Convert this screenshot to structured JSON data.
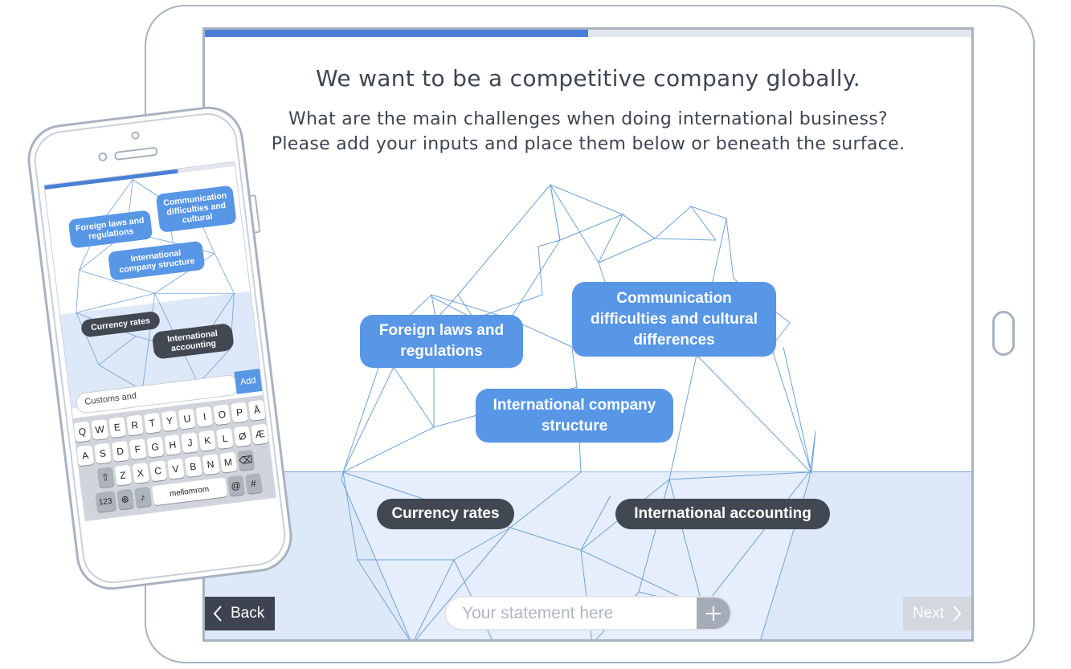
{
  "tablet": {
    "progress_fraction": 0.5,
    "title": "We want to be a competitive company globally.",
    "subtitle_line1": "What are the main challenges when doing international business?",
    "subtitle_line2": "Please add your inputs and place them below or beneath the surface.",
    "above_surface_notes": [
      {
        "text": "Foreign laws and regulations"
      },
      {
        "text": "Communication difficulties and cultural differences"
      },
      {
        "text": "International company structure"
      }
    ],
    "below_surface_notes": [
      {
        "text": "Currency rates"
      },
      {
        "text": "International accounting"
      }
    ],
    "back_label": "Back",
    "next_label": "Next",
    "statement_placeholder": "Your statement here",
    "add_icon": "plus-icon"
  },
  "phone": {
    "progress_fraction": 0.7,
    "notes": {
      "foreign": "Foreign laws and regulations",
      "communication": "Communication difficulties and cultural",
      "structure": "International company structure",
      "currency": "Currency rates",
      "accounting": "International accounting"
    },
    "input_value": "Customs and",
    "add_label": "Add",
    "keyboard": {
      "row1": [
        "Q",
        "W",
        "E",
        "R",
        "T",
        "Y",
        "U",
        "I",
        "O",
        "P",
        "Å"
      ],
      "row2": [
        "A",
        "S",
        "D",
        "F",
        "G",
        "H",
        "J",
        "K",
        "L",
        "Ø",
        "Æ"
      ],
      "row3": [
        "Z",
        "X",
        "C",
        "V",
        "B",
        "N",
        "M"
      ],
      "numbers_key": "123",
      "space_label": "mellomrom",
      "at_key": "@",
      "hash_key": "#"
    }
  },
  "colors": {
    "accent_blue": "#5896e6",
    "dark_note": "#424852",
    "water": "#dde8f8",
    "frame": "#a8b2c0"
  }
}
